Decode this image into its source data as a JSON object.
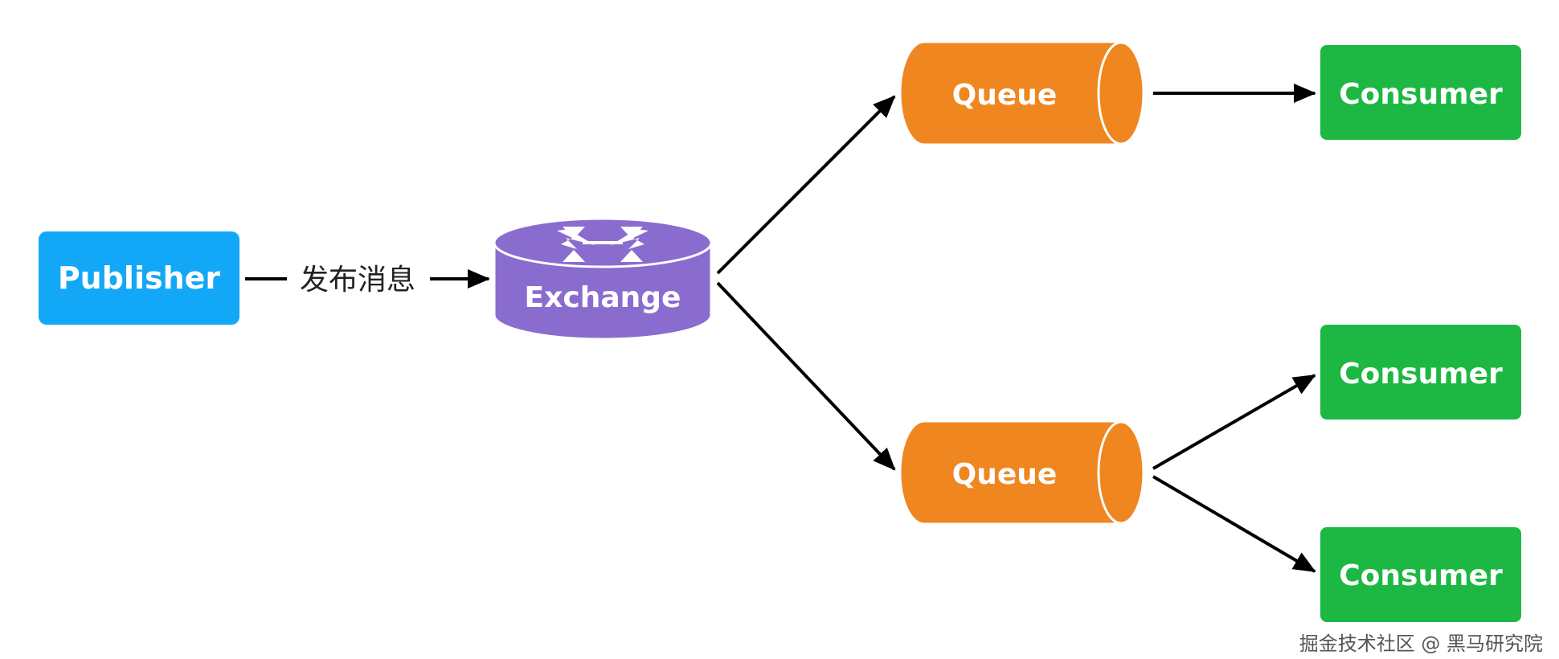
{
  "diagram": {
    "publisher": {
      "label": "Publisher",
      "color": "#13A7F7"
    },
    "exchange": {
      "label": "Exchange",
      "color": "#8A6CCF",
      "icon": "exchange-routing-icon"
    },
    "edge_publish_label": "发布消息",
    "queues": [
      {
        "label": "Queue",
        "color": "#EF861F"
      },
      {
        "label": "Queue",
        "color": "#EF861F"
      }
    ],
    "consumers": [
      {
        "label": "Consumer",
        "color": "#1DB843"
      },
      {
        "label": "Consumer",
        "color": "#1DB843"
      },
      {
        "label": "Consumer",
        "color": "#1DB843"
      }
    ],
    "arrow_color": "#000000"
  },
  "watermark": "掘金技术社区 @ 黑马研究院"
}
